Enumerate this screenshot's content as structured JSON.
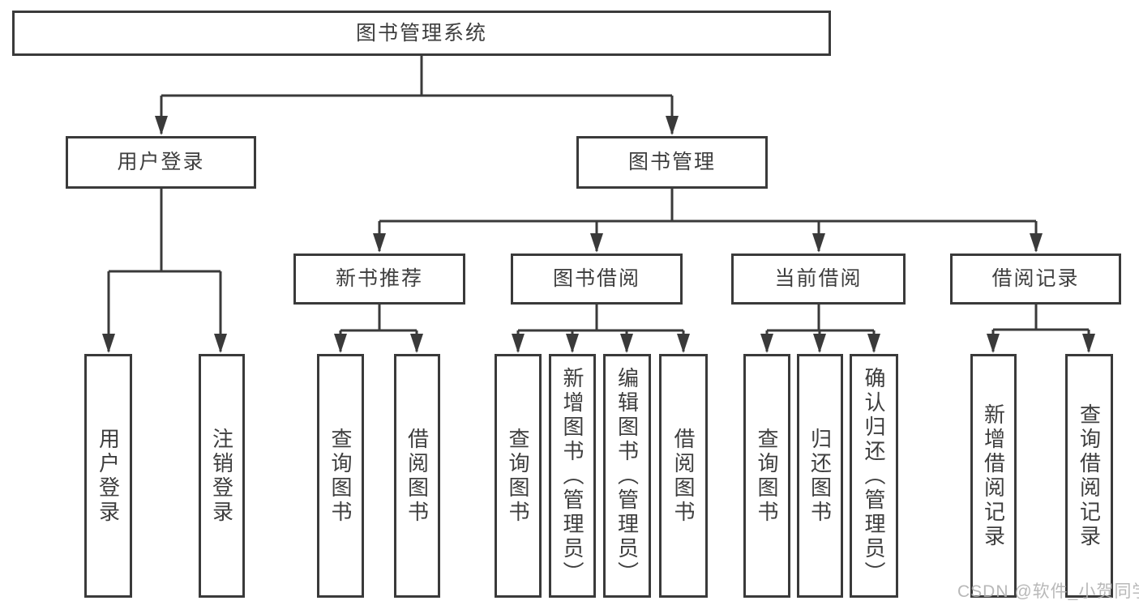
{
  "tree": {
    "label": "图书管理系统",
    "children": [
      {
        "label": "用户登录",
        "children": [
          {
            "label": "用户登录"
          },
          {
            "label": "注销登录"
          }
        ]
      },
      {
        "label": "图书管理",
        "children": [
          {
            "label": "新书推荐",
            "children": [
              {
                "label": "查询图书"
              },
              {
                "label": "借阅图书"
              }
            ]
          },
          {
            "label": "图书借阅",
            "children": [
              {
                "label": "查询图书"
              },
              {
                "label": "新增图书（管理员）"
              },
              {
                "label": "编辑图书（管理员）"
              },
              {
                "label": "借阅图书"
              }
            ]
          },
          {
            "label": "当前借阅",
            "children": [
              {
                "label": "查询图书"
              },
              {
                "label": "归还图书"
              },
              {
                "label": "确认归还（管理员）"
              }
            ]
          },
          {
            "label": "借阅记录",
            "children": [
              {
                "label": "新增借阅记录"
              },
              {
                "label": "查询借阅记录"
              }
            ]
          }
        ]
      }
    ]
  },
  "watermark": "CSDN @软件_小贺同学",
  "colors": {
    "line": "#3a3a3a",
    "box_border": "#3a3a3a",
    "text": "#3e3e3e",
    "background": "#ffffff",
    "watermark_text": "#b0b0b0"
  }
}
